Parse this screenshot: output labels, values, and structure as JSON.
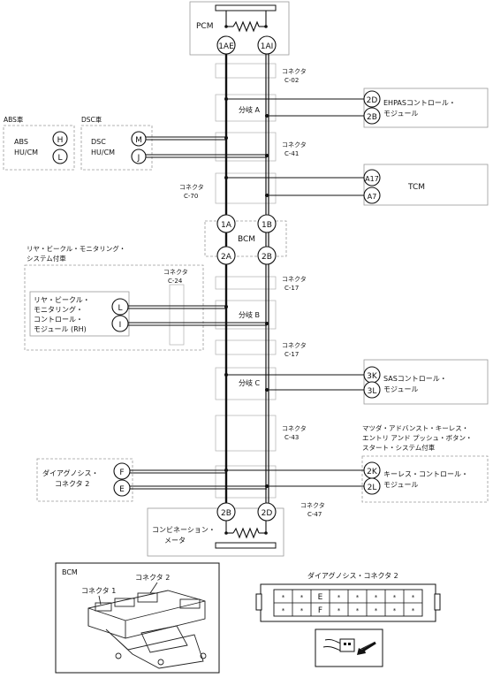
{
  "modules": {
    "pcm": "PCM",
    "bcm": "BCM",
    "ehpas": [
      "EHPASコントロール・",
      "モジュール"
    ],
    "tcm": "TCM",
    "abs_note": "ABS車",
    "abs": [
      "ABS",
      "HU/CM"
    ],
    "dsc_note": "DSC車",
    "dsc": [
      "DSC",
      "HU/CM"
    ],
    "rvm_note": [
      "リヤ・ビークル・モニタリング・",
      "システム付車"
    ],
    "rvm": [
      "リヤ・ビークル・",
      "モニタリング・",
      "コントロール・",
      "モジュール (RH)"
    ],
    "sas": [
      "SASコントロール・",
      "モジュール"
    ],
    "keyless_note": [
      "マツダ・アドバンスト・キーレス・",
      "エントリ アンド プッシュ・ボタン・",
      "スタート・システム付車"
    ],
    "keyless": [
      "キーレス・コントロール・",
      "モジュール"
    ],
    "diag": [
      "ダイアグノシス・",
      "コネクタ 2"
    ],
    "meter": [
      "コンビネーション・",
      "メータ"
    ]
  },
  "connectors": {
    "label": "コネクタ",
    "c02": "C-02",
    "c41": "C-41",
    "c70": "C-70",
    "c24": "C-24",
    "c17a": "C-17",
    "c17b": "C-17",
    "c43": "C-43",
    "c47": "C-47"
  },
  "branches": {
    "a": "分岐 A",
    "b": "分岐 B",
    "c": "分岐 C"
  },
  "pins": {
    "pcm_l": "1AE",
    "pcm_r": "1AI",
    "ehpas_1": "2D",
    "ehpas_2": "2B",
    "abs_1": "H",
    "abs_2": "L",
    "dsc_1": "M",
    "dsc_2": "J",
    "tcm_1": "A17",
    "tcm_2": "A7",
    "bcm_1a": "1A",
    "bcm_1b": "1B",
    "bcm_2a": "2A",
    "bcm_2b": "2B",
    "rvm_1": "L",
    "rvm_2": "I",
    "sas_1": "3K",
    "sas_2": "3L",
    "diag_1": "F",
    "diag_2": "E",
    "key_1": "2K",
    "key_2": "2L",
    "meter_l": "2B",
    "meter_r": "2D"
  },
  "inset_bcm": {
    "title": "BCM",
    "c1": "コネクタ 1",
    "c2": "コネクタ 2"
  },
  "inset_diag": {
    "title": "ダイアグノシス・コネクタ 2",
    "row1": [
      "*",
      "*",
      "E",
      "*",
      "*",
      "*",
      "*",
      "*"
    ],
    "row2": [
      "*",
      "*",
      "F",
      "*",
      "*",
      "*",
      "*",
      "*"
    ]
  }
}
